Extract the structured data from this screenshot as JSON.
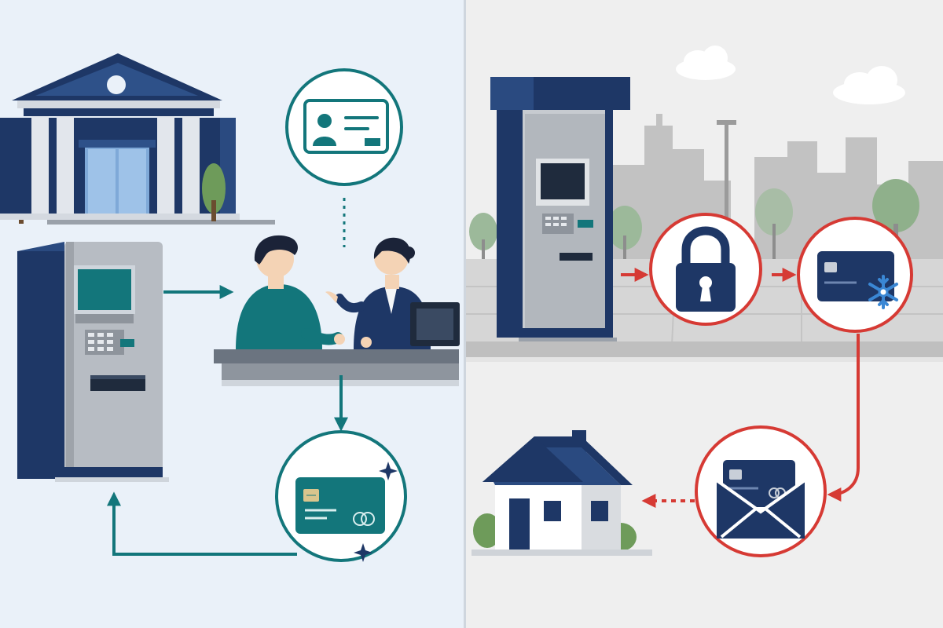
{
  "colors": {
    "navy": "#1e3766",
    "teal": "#13767b",
    "red": "#d63a34",
    "left_bg": "#eaf1f9",
    "right_bg": "#efefef",
    "gray_steel": "#a9adb3",
    "tree_green": "#6e9b5a"
  },
  "left_panel": {
    "theme": "in-branch card replacement",
    "steps": [
      {
        "name": "atm",
        "icon": "atm-icon"
      },
      {
        "name": "bank-teller-desk",
        "icon": "teller-icon"
      },
      {
        "name": "id-verification",
        "icon": "id-card-icon"
      },
      {
        "name": "new-card-issued",
        "icon": "credit-card-icon"
      }
    ]
  },
  "right_panel": {
    "theme": "card blocked and mailed home",
    "steps": [
      {
        "name": "atm-kiosk",
        "icon": "atm-icon"
      },
      {
        "name": "card-locked",
        "icon": "padlock-icon"
      },
      {
        "name": "card-frozen",
        "icon": "snowflake-card-icon"
      },
      {
        "name": "card-mailed",
        "icon": "envelope-card-icon"
      },
      {
        "name": "home-delivery",
        "icon": "house-icon"
      }
    ]
  }
}
